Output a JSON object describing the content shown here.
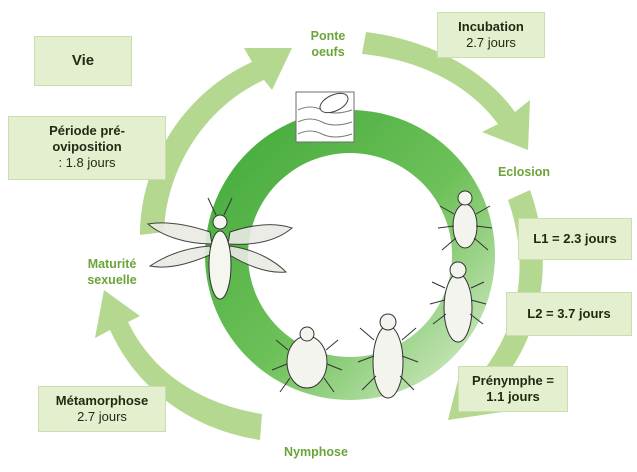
{
  "title": "Vie",
  "boxes": {
    "incubation": {
      "title": "Incubation",
      "value": "2.7 jours"
    },
    "preoviposition": {
      "title": "Période pré-oviposition",
      "value": ": 1.8 jours"
    },
    "l1": {
      "title": "L1 = 2.3 jours"
    },
    "l2": {
      "title": "L2 = 3.7 jours"
    },
    "prenymphe": {
      "title": "Prénymphe = 1.1 jours"
    },
    "metamorphose": {
      "title": "Métamorphose",
      "value": "2.7 jours"
    }
  },
  "stages": {
    "ponte": "Ponte oeufs",
    "eclosion": "Eclosion",
    "maturite": "Maturité sexuelle",
    "nymphose": "Nymphose"
  },
  "colors": {
    "ring_dark": "#4aae3e",
    "ring_light": "#c8e3b4",
    "arrow": "#b4d88f",
    "box_fill": "#e3efcf",
    "stage_text": "#6ba53a"
  }
}
